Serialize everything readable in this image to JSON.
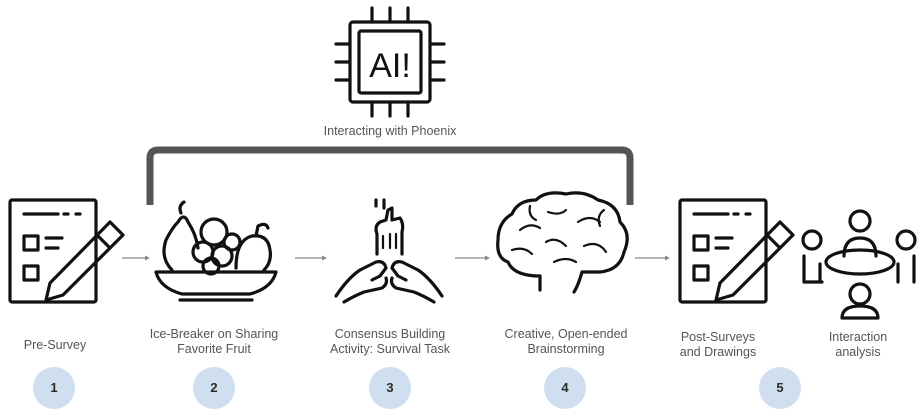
{
  "ai_chip": {
    "text": "AI!",
    "caption": "Interacting with Phoenix"
  },
  "steps": [
    {
      "line1": "Pre-Survey",
      "line2": ""
    },
    {
      "line1": "Ice-Breaker on Sharing",
      "line2": "Favorite Fruit"
    },
    {
      "line1": "Consensus Building",
      "line2": "Activity: Survival Task"
    },
    {
      "line1": "Creative, Open-ended",
      "line2": "Brainstorming"
    },
    {
      "line1": "Post-Surveys",
      "line2": "and Drawings"
    },
    {
      "line1": "Interaction",
      "line2": "analysis"
    }
  ],
  "badges": [
    "1",
    "2",
    "3",
    "4",
    "5"
  ],
  "colors": {
    "badge_bg": "#cfdff0",
    "bracket": "#555555",
    "arrow": "#888888",
    "icon": "#111111"
  }
}
